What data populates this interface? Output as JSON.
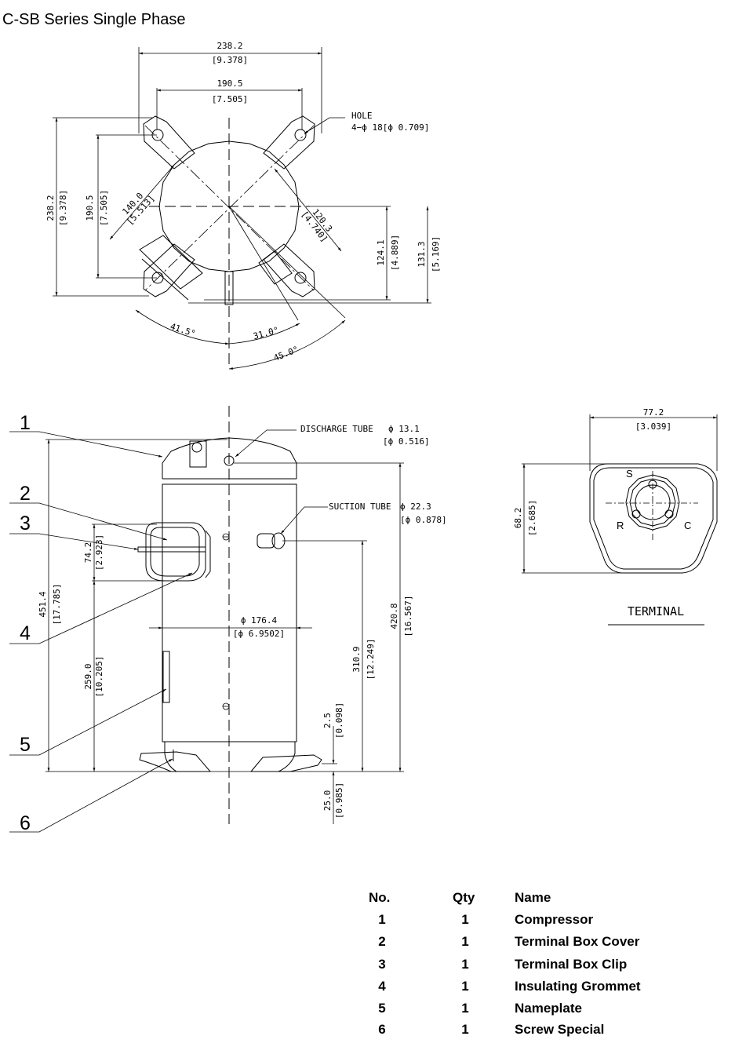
{
  "title": "C-SB  Series  Single Phase",
  "top_view": {
    "width_outer": "238.2",
    "width_outer_in": "[9.378]",
    "width_inner": "190.5",
    "width_inner_in": "[7.505]",
    "height_outer": "238.2",
    "height_outer_in": "[9.378]",
    "height_inner": "190.5",
    "height_inner_in": "[7.505]",
    "hole_label": "HOLE",
    "hole_spec": "4−ϕ 18[ϕ 0.709]",
    "radius_a": "140.0",
    "radius_a_in": "[5.513]",
    "radius_b": "120.3",
    "radius_b_in": "[4.740]",
    "offset_a": "124.1",
    "offset_a_in": "[4.889]",
    "offset_b": "131.3",
    "offset_b_in": "[5.169]",
    "angle_a": "41.5°",
    "angle_b": "31.0°",
    "angle_c": "45.0°"
  },
  "side_view": {
    "callouts": [
      "1",
      "2",
      "3",
      "4",
      "5",
      "6"
    ],
    "discharge_label": "DISCHARGE TUBE",
    "discharge_dia": "ϕ 13.1",
    "discharge_dia_in": "[ϕ 0.516]",
    "suction_label": "SUCTION TUBE",
    "suction_dia": "ϕ 22.3",
    "suction_dia_in": "[ϕ 0.878]",
    "total_height": "451.4",
    "total_height_in": "[17.785]",
    "box_height": "74.2",
    "box_height_in": "[2.923]",
    "box_elev": "259.0",
    "box_elev_in": "[10.205]",
    "body_dia": "ϕ 176.4",
    "body_dia_in": "[ϕ 6.9502]",
    "suction_elev": "310.9",
    "suction_elev_in": "[12.249]",
    "discharge_elev": "420.8",
    "discharge_elev_in": "[16.567]",
    "foot_gap": "2.5",
    "foot_gap_in": "[0.098]",
    "foot_height": "25.0",
    "foot_height_in": "[0.985]"
  },
  "terminal": {
    "width": "77.2",
    "width_in": "[3.039]",
    "height": "68.2",
    "height_in": "[2.685]",
    "pin_s": "S",
    "pin_r": "R",
    "pin_c": "C",
    "caption": "TERMINAL"
  },
  "parts_table": {
    "headers": [
      "No.",
      "Qty",
      "Name"
    ],
    "rows": [
      {
        "no": "1",
        "qty": "1",
        "name": "Compressor"
      },
      {
        "no": "2",
        "qty": "1",
        "name": "Terminal Box Cover"
      },
      {
        "no": "3",
        "qty": "1",
        "name": "Terminal Box Clip"
      },
      {
        "no": "4",
        "qty": "1",
        "name": "Insulating  Grommet"
      },
      {
        "no": "5",
        "qty": "1",
        "name": "Nameplate"
      },
      {
        "no": "6",
        "qty": "1",
        "name": "Screw Special"
      }
    ]
  }
}
